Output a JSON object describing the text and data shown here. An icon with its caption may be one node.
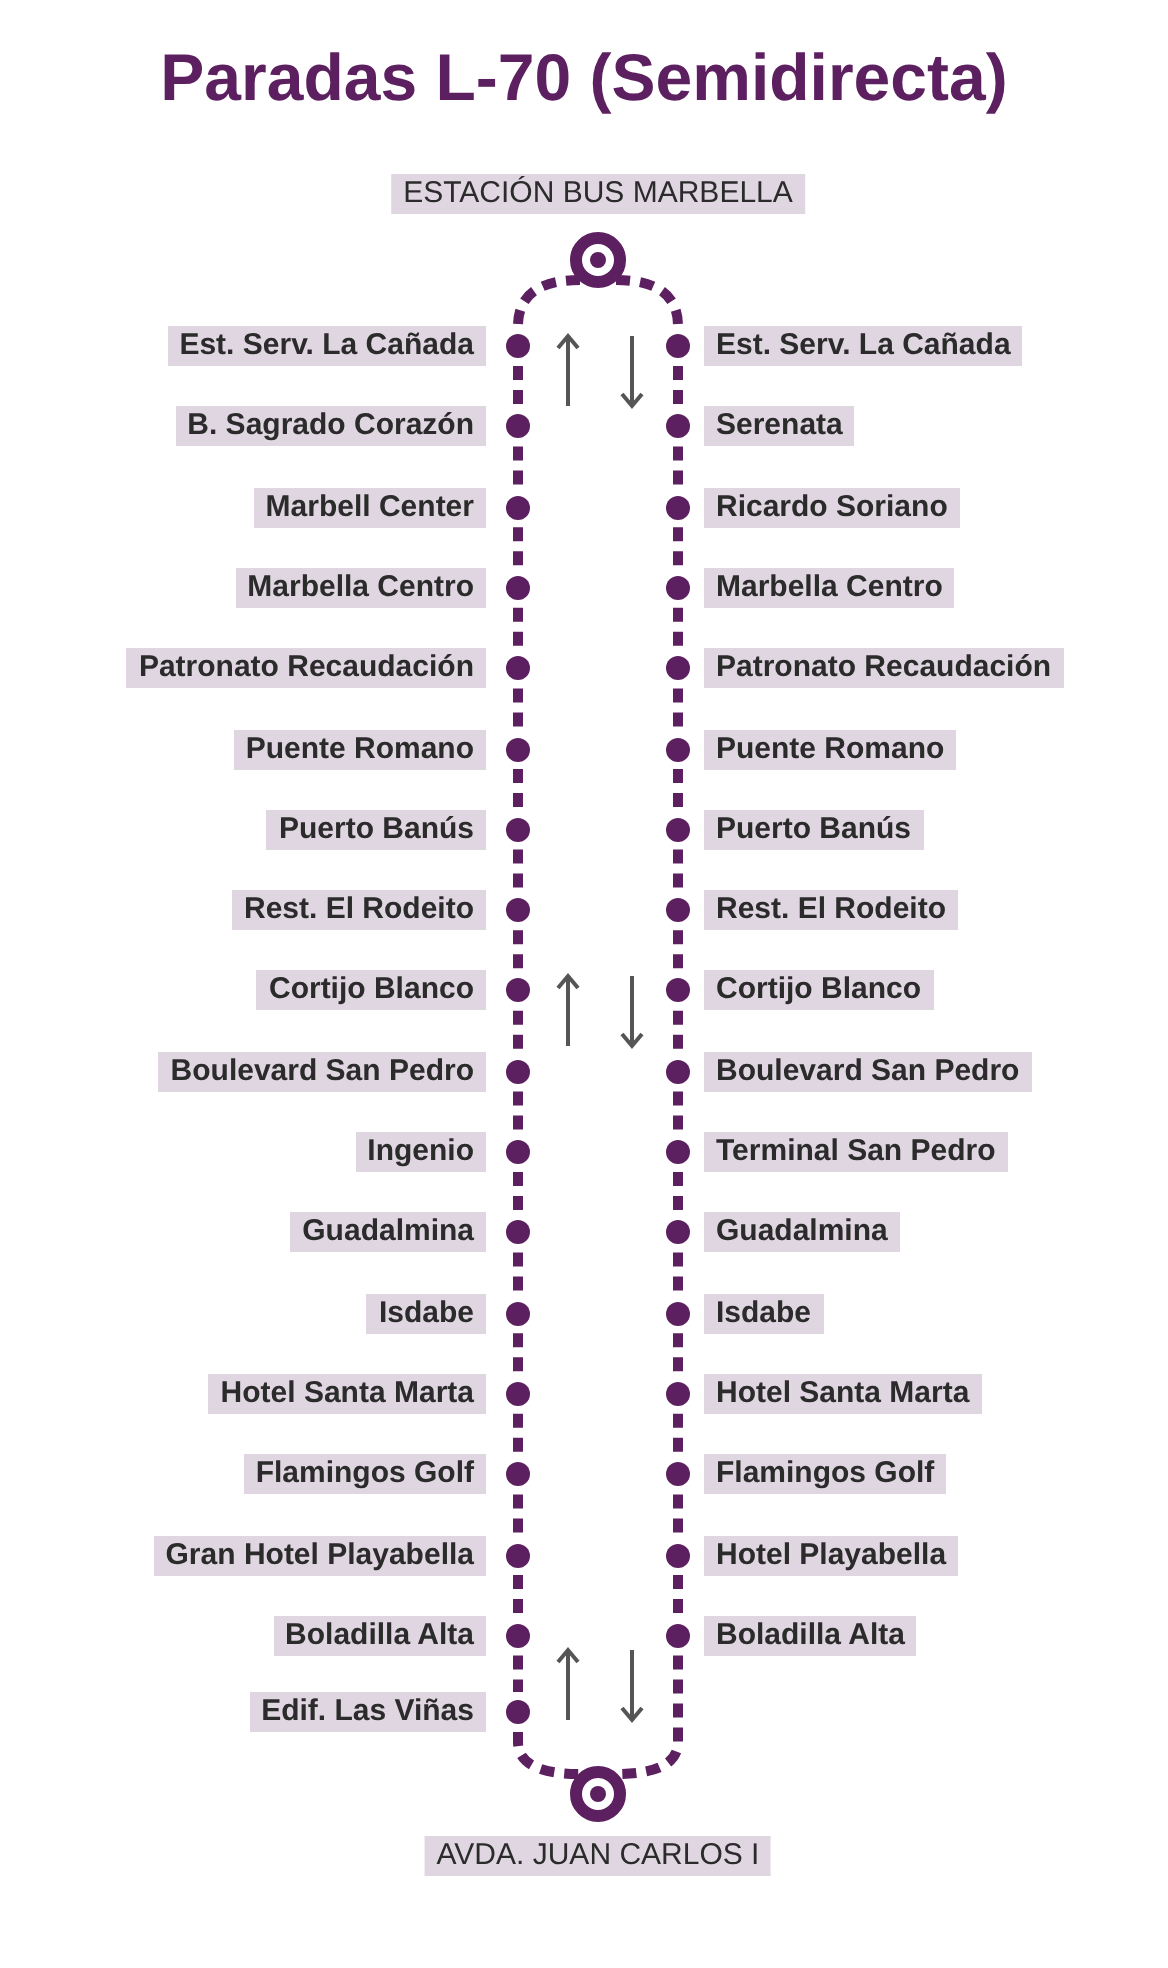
{
  "diagram": {
    "title": "Paradas L-70 (Semidirecta)",
    "nodes": [
      {
        "text": [
          "ESTACIÓN BUS MARBELLA"
        ]
      },
      {
        "text": [
          "Est. Serv. La Cañada"
        ]
      },
      {
        "text": [
          "Est. Serv. La Cañada"
        ]
      },
      {
        "text": [
          "B. Sagrado Corazón"
        ]
      },
      {
        "text": [
          "Serenata"
        ]
      },
      {
        "text": [
          "Marbell Center"
        ]
      },
      {
        "text": [
          "Ricardo Soriano"
        ]
      },
      {
        "text": [
          "Marbella Centro"
        ]
      },
      {
        "text": [
          "Marbella Centro"
        ]
      },
      {
        "text": [
          "Patronato Recaudación"
        ]
      },
      {
        "text": [
          "Patronato Recaudación"
        ]
      },
      {
        "text": [
          "Puente Romano"
        ]
      },
      {
        "text": [
          "Puente Romano"
        ]
      },
      {
        "text": [
          "Puerto Banús"
        ]
      },
      {
        "text": [
          "Puerto Banús"
        ]
      },
      {
        "text": [
          "Rest. El Rodeito"
        ]
      },
      {
        "text": [
          "Rest. El Rodeito"
        ]
      },
      {
        "text": [
          "Cortijo Blanco"
        ]
      },
      {
        "text": [
          "Cortijo Blanco"
        ]
      },
      {
        "text": [
          "Boulevard San Pedro"
        ]
      },
      {
        "text": [
          "Boulevard San Pedro"
        ]
      },
      {
        "text": [
          "Ingenio"
        ]
      },
      {
        "text": [
          "Terminal San Pedro"
        ]
      },
      {
        "text": [
          "Guadalmina"
        ]
      },
      {
        "text": [
          "Guadalmina"
        ]
      },
      {
        "text": [
          "Isdabe"
        ]
      },
      {
        "text": [
          "Isdabe"
        ]
      },
      {
        "text": [
          "Hotel Santa Marta"
        ]
      },
      {
        "text": [
          "Hotel Santa Marta"
        ]
      },
      {
        "text": [
          "Flamingos Golf"
        ]
      },
      {
        "text": [
          "Flamingos Golf"
        ]
      },
      {
        "text": [
          "Gran Hotel Playabella"
        ]
      },
      {
        "text": [
          "Hotel Playabella"
        ]
      },
      {
        "text": [
          "Boladilla Alta"
        ]
      },
      {
        "text": [
          "Boladilla Alta"
        ]
      },
      {
        "text": [
          "Edif. Las Viñas"
        ]
      },
      {
        "text": [
          "AVDA. JUAN CARLOS I"
        ]
      }
    ],
    "edges": [
      {
        "from": 0,
        "to": 1,
        "arrow": "none"
      },
      {
        "from": 1,
        "to": 3,
        "arrow": "none"
      },
      {
        "from": 3,
        "to": 5,
        "arrow": "none"
      },
      {
        "from": 5,
        "to": 7,
        "arrow": "none"
      },
      {
        "from": 7,
        "to": 9,
        "arrow": "none"
      },
      {
        "from": 9,
        "to": 11,
        "arrow": "none"
      },
      {
        "from": 11,
        "to": 13,
        "arrow": "none"
      },
      {
        "from": 13,
        "to": 15,
        "arrow": "none"
      },
      {
        "from": 15,
        "to": 17,
        "arrow": "none"
      },
      {
        "from": 17,
        "to": 19,
        "arrow": "none"
      },
      {
        "from": 19,
        "to": 21,
        "arrow": "none"
      },
      {
        "from": 21,
        "to": 23,
        "arrow": "none"
      },
      {
        "from": 23,
        "to": 25,
        "arrow": "none"
      },
      {
        "from": 25,
        "to": 27,
        "arrow": "none"
      },
      {
        "from": 27,
        "to": 29,
        "arrow": "none"
      },
      {
        "from": 29,
        "to": 31,
        "arrow": "none"
      },
      {
        "from": 31,
        "to": 33,
        "arrow": "none"
      },
      {
        "from": 33,
        "to": 35,
        "arrow": "none"
      },
      {
        "from": 35,
        "to": 36,
        "arrow": "none"
      },
      {
        "from": 0,
        "to": 2,
        "arrow": "none"
      },
      {
        "from": 2,
        "to": 4,
        "arrow": "none"
      },
      {
        "from": 4,
        "to": 6,
        "arrow": "none"
      },
      {
        "from": 6,
        "to": 8,
        "arrow": "none"
      },
      {
        "from": 8,
        "to": 10,
        "arrow": "none"
      },
      {
        "from": 10,
        "to": 12,
        "arrow": "none"
      },
      {
        "from": 12,
        "to": 14,
        "arrow": "none"
      },
      {
        "from": 14,
        "to": 16,
        "arrow": "none"
      },
      {
        "from": 16,
        "to": 18,
        "arrow": "none"
      },
      {
        "from": 18,
        "to": 20,
        "arrow": "none"
      },
      {
        "from": 20,
        "to": 22,
        "arrow": "none"
      },
      {
        "from": 22,
        "to": 24,
        "arrow": "none"
      },
      {
        "from": 24,
        "to": 26,
        "arrow": "none"
      },
      {
        "from": 26,
        "to": 28,
        "arrow": "none"
      },
      {
        "from": 28,
        "to": 30,
        "arrow": "none"
      },
      {
        "from": 30,
        "to": 32,
        "arrow": "none"
      },
      {
        "from": 32,
        "to": 34,
        "arrow": "none"
      },
      {
        "from": 34,
        "to": 36,
        "arrow": "none"
      }
    ]
  }
}
